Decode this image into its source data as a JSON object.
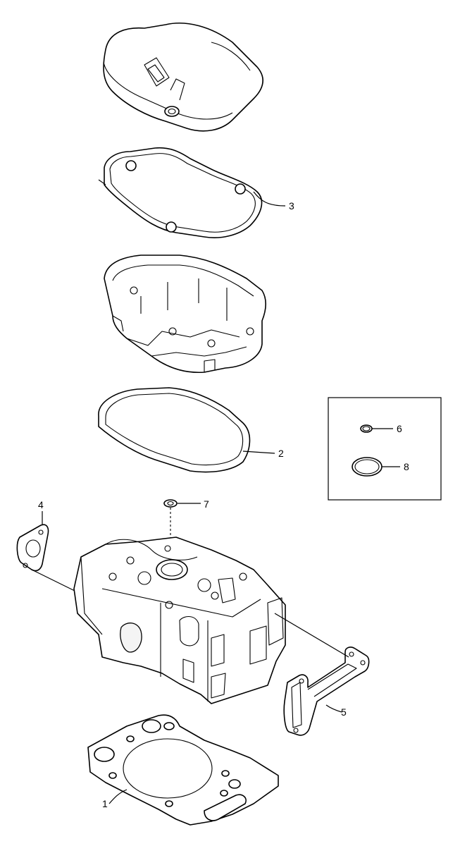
{
  "callouts": {
    "c1": "1",
    "c2": "2",
    "c3": "3",
    "c4": "4",
    "c5": "5",
    "c6": "6",
    "c7": "7",
    "c8": "8"
  },
  "icons": {
    "valve_cover": "valve-cover-icon",
    "cover_gasket": "cover-gasket-icon",
    "rocker_housing": "rocker-housing-icon",
    "housing_gasket": "housing-gasket-icon",
    "cylinder_head": "cylinder-head-icon",
    "head_gasket": "head-gasket-icon",
    "small_gasket_left": "flange-gasket-icon",
    "manifold_gasket_right": "manifold-gasket-icon",
    "washer": "washer-icon",
    "small_o_ring": "o-ring-icon",
    "large_o_ring": "o-ring-icon"
  },
  "colors": {
    "line": "#000000",
    "background": "#ffffff"
  }
}
